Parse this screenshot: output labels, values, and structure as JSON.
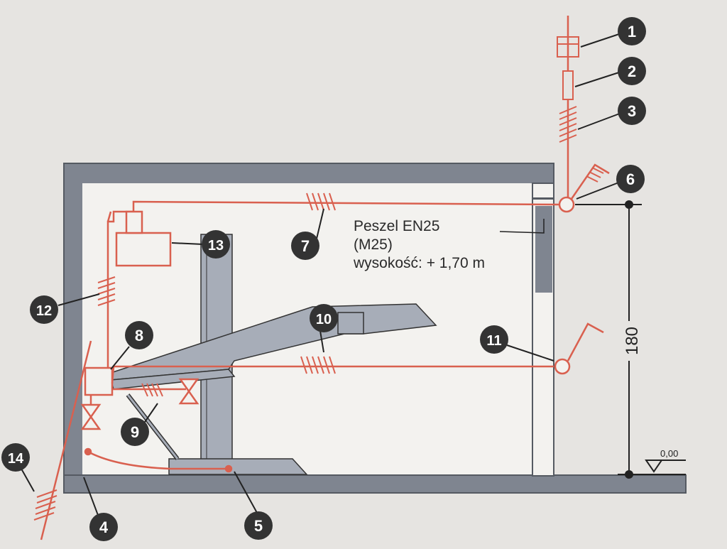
{
  "note": {
    "line1": "Peszel EN25",
    "line2": "(M25)",
    "line3": "wysokość: + 1,70 m"
  },
  "dimension": {
    "height_label": "180",
    "level_label": "0,00"
  },
  "markers": [
    "1",
    "2",
    "3",
    "4",
    "5",
    "6",
    "7",
    "8",
    "9",
    "10",
    "11",
    "12",
    "13",
    "14"
  ],
  "colors": {
    "background": "#e6e4e1",
    "wall": "#7f8590",
    "wall_outline": "#555a62",
    "wall_inner": "#f3f2ef",
    "equipment": "#a7adb8",
    "circuit": "#d9604f",
    "marker": "#333333"
  }
}
